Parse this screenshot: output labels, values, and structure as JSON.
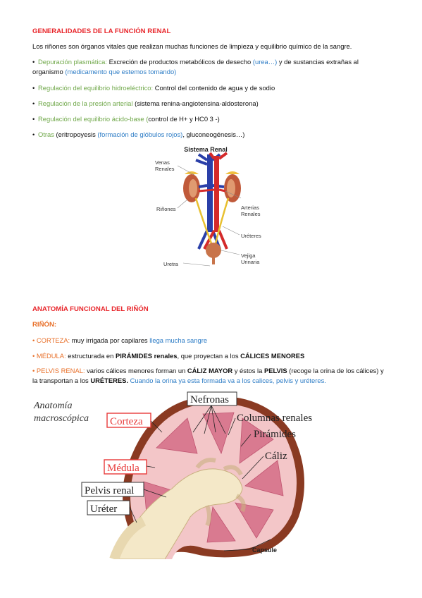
{
  "section1": {
    "title": "GENERALIDADES DE LA FUNCIÓN RENAL",
    "intro": "Los riñones son órganos vitales que realizan muchas funciones de limpieza y equilibrio químico de la sangre.",
    "items": [
      {
        "label": "Depuración plasmática:",
        "text": " Excreción de productos metabólicos de desecho ",
        "blue1": "(urea…)",
        "text2": " y de sustancias extrañas al organismo ",
        "blue2": "(medicamento que estemos tomando)"
      },
      {
        "label": "Regulación del equilibrio hidroeléctrico:",
        "text": " Control del contenido de agua y de sodio"
      },
      {
        "label": "Regulación de la presión arterial",
        "text": " (sistema renina-angiotensina-aldosterona)"
      },
      {
        "label": "Regulación del equilibrio ácido-base",
        "text_green": " (",
        "text": "control de H+ y HC0 3 -)"
      },
      {
        "label": "Otras",
        "text": " (eritropoyesis ",
        "blue1": "(formación de glóbulos rojos)",
        "text2": ", gluconeogénesis…)"
      }
    ],
    "bullet": "•"
  },
  "diagram1": {
    "title": "Sistema Renal",
    "labels": {
      "venas": "Venas",
      "renales": "Renales",
      "rinones": "Riñones",
      "arterias": "Arterias",
      "arterias2": "Renales",
      "ureteres": "Uréteres",
      "vejiga": "Vejiga",
      "vejiga2": "Urinaria",
      "uretra": "Uretra"
    }
  },
  "section2": {
    "title": "ANATOMÍA FUNCIONAL DEL RIÑÓN",
    "subtitle": "RIÑÓN:",
    "corteza_label": "CORTEZA:",
    "corteza_text": " muy irrigada por capilares ",
    "corteza_blue": "llega mucha sangre",
    "medula_label": "MÉDULA:",
    "medula_text": " estructurada en ",
    "medula_b1": "PIRÁMIDES renales",
    "medula_text2": ", que proyectan a los ",
    "medula_b2": "CÁLICES MENORES",
    "pelvis_label": "PELVIS RENAL:",
    "pelvis_text": " varios cálices menores forman un ",
    "pelvis_b1": "CÁLIZ MAYOR",
    "pelvis_text2": " y éstos la ",
    "pelvis_b2": "PELVIS",
    "pelvis_text3": " (recoge la orina de los cálices) y la transportan a los ",
    "pelvis_b3": "URÉTERES.",
    "pelvis_blue": " Cuando la orina ya esta formada va a los calices, pelvis y uréteres."
  },
  "diagram2": {
    "title1": "Anatomía",
    "title2": "macroscópica",
    "corteza": "Corteza",
    "medula": "Médula",
    "pelvis": "Pelvis renal",
    "ureter": "Uréter",
    "nefronas": "Nefronas",
    "columnas": "Columnas renales",
    "piramides": "Pirámides",
    "caliz": "Cáliz",
    "capsule": "Capsule"
  },
  "colors": {
    "red": "#e8262b",
    "green": "#70a84a",
    "blue": "#2e7dc6",
    "orange": "#e8702a"
  }
}
